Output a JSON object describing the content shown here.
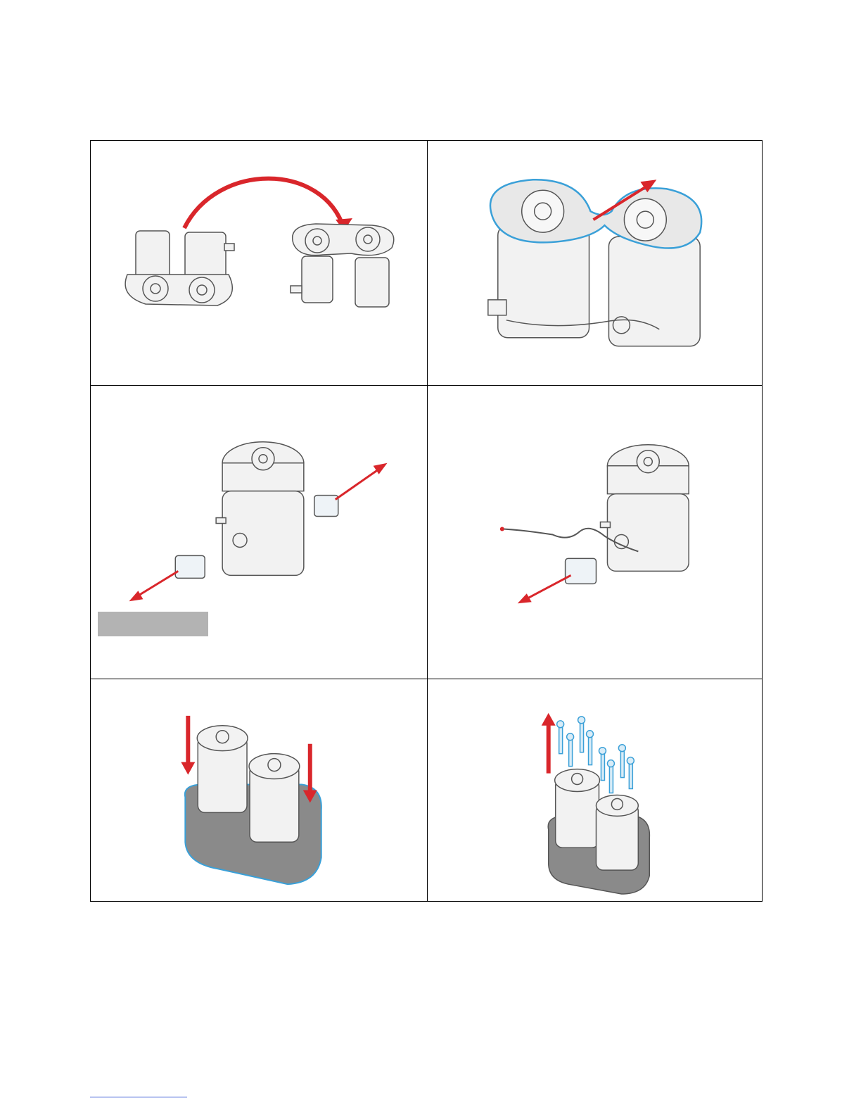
{
  "page": {
    "colors": {
      "arrow": "#d9262b",
      "outline": "#555555",
      "highlight": "#3aa0d8",
      "part": "#f2f2f2",
      "caption_box": "#b3b3b3",
      "footer_link": "#3b5bd6"
    },
    "steps": [
      {
        "id": 1,
        "illustration": "pump-head-flip"
      },
      {
        "id": 2,
        "illustration": "remove-clamp-plate"
      },
      {
        "id": 3,
        "illustration": "remove-fittings"
      },
      {
        "id": 4,
        "illustration": "remove-wire-and-fitting"
      },
      {
        "id": 5,
        "illustration": "insert-into-holder"
      },
      {
        "id": 6,
        "illustration": "remove-screws"
      }
    ]
  }
}
